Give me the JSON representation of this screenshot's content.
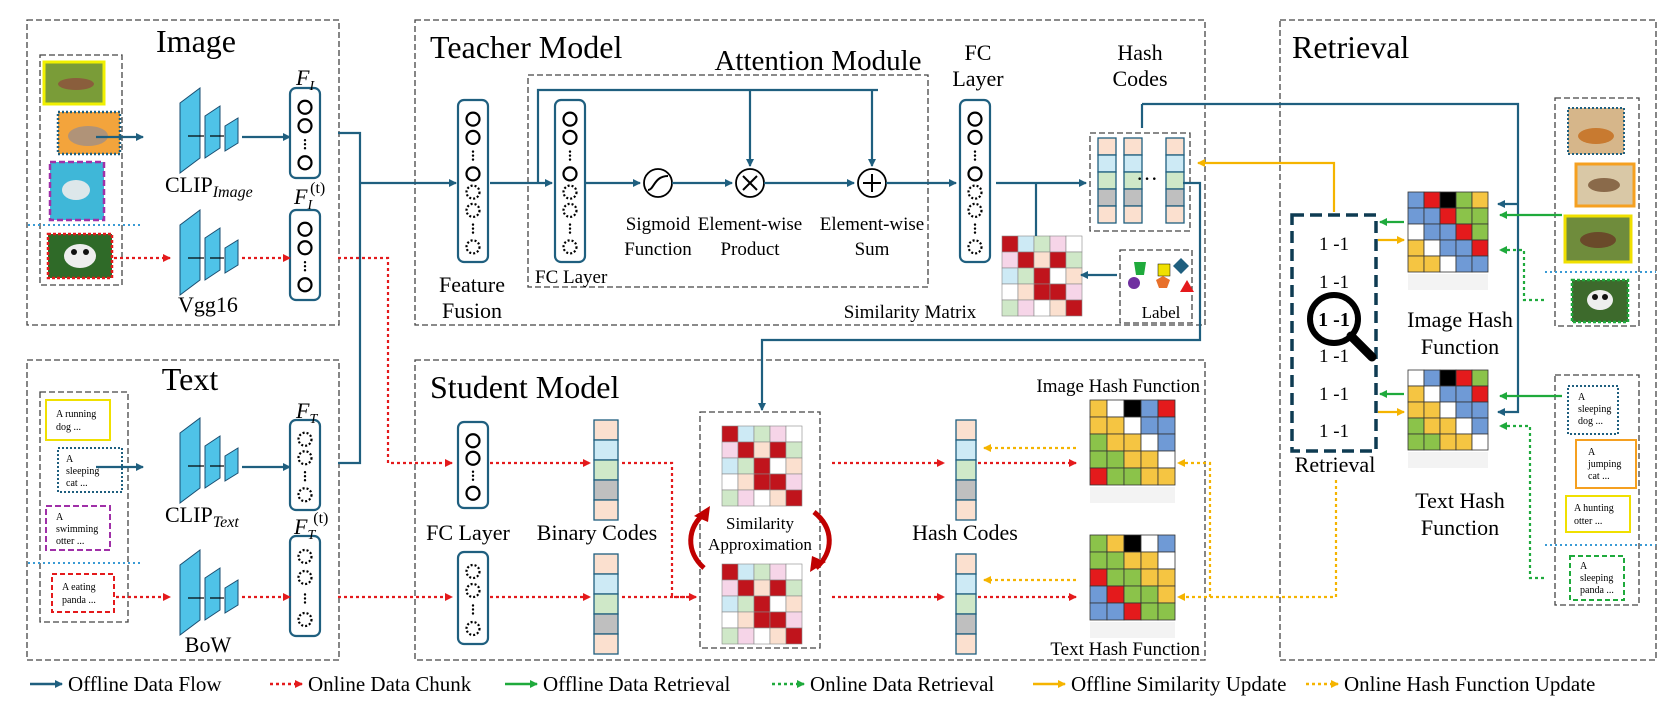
{
  "panels": {
    "image": "Image",
    "text": "Text",
    "teacher": "Teacher Model",
    "student": "Student Model",
    "retrieval": "Retrieval",
    "attention": "Attention Module"
  },
  "features": {
    "fi_base": "F",
    "fi_sub": "I",
    "fit_base": "F",
    "fit_sub": "I",
    "fit_sup": "(t)",
    "ft_base": "F",
    "ft_sub": "T",
    "ftt_base": "F",
    "ftt_sub": "T",
    "ftt_sup": "(t)"
  },
  "encoders": {
    "clip_image_base": "CLIP",
    "clip_image_sub": "Image",
    "vgg16": "Vgg16",
    "clip_text_base": "CLIP",
    "clip_text_sub": "Text",
    "bow": "BoW"
  },
  "teacher": {
    "feature_fusion_1": "Feature",
    "feature_fusion_2": "Fusion",
    "fc_layer": "FC Layer",
    "sigmoid_1": "Sigmoid",
    "sigmoid_2": "Function",
    "elem_prod_1": "Element-wise",
    "elem_prod_2": "Product",
    "elem_sum_1": "Element-wise",
    "elem_sum_2": "Sum",
    "fc_1": "FC",
    "fc_2": "Layer",
    "hash_1": "Hash",
    "hash_2": "Codes",
    "similarity_matrix": "Similarity Matrix",
    "label": "Label"
  },
  "student": {
    "fc_layer": "FC Layer",
    "binary_codes": "Binary Codes",
    "sim_approx_1": "Similarity",
    "sim_approx_2": "Approximation",
    "hash_codes": "Hash Codes",
    "image_hash_function": "Image Hash Function",
    "text_hash_function": "Text Hash Function"
  },
  "retrieval": {
    "codes": [
      "1 -1",
      "1 -1",
      "1 -1",
      "1 -1",
      "1 -1",
      "1 -1"
    ],
    "magnifier_text": "1 -1",
    "retrieval_label": "Retrieval",
    "image_hash_1": "Image Hash",
    "image_hash_2": "Function",
    "text_hash_1": "Text Hash",
    "text_hash_2": "Function"
  },
  "text_cards_left": [
    {
      "l1": "A running",
      "l2": "dog ..."
    },
    {
      "l1": "A",
      "l2": "sleeping",
      "l3": "cat ..."
    },
    {
      "l1": "A",
      "l2": "swimming",
      "l3": "otter ..."
    },
    {
      "l1": "A eating",
      "l2": "panda ..."
    }
  ],
  "text_cards_right": [
    {
      "l1": "A",
      "l2": "sleeping",
      "l3": "dog ..."
    },
    {
      "l1": "A",
      "l2": "jumping",
      "l3": "cat ..."
    },
    {
      "l1": "A hunting",
      "l2": "otter ..."
    },
    {
      "l1": "A",
      "l2": "sleeping",
      "l3": "panda ..."
    }
  ],
  "legend": [
    {
      "label": "Offline Data Flow",
      "color": "#1f5f7f",
      "style": "solid"
    },
    {
      "label": "Online Data Chunk",
      "color": "#e41a1c",
      "style": "dotted"
    },
    {
      "label": "Offline Data Retrieval",
      "color": "#1faa3c",
      "style": "solid"
    },
    {
      "label": "Online Data Retrieval",
      "color": "#1faa3c",
      "style": "dotted"
    },
    {
      "label": "Offline Similarity Update",
      "color": "#f5b400",
      "style": "solid"
    },
    {
      "label": "Online Hash Function Update",
      "color": "#f5b400",
      "style": "dotted"
    }
  ],
  "colors": {
    "blue": "#1f5f7f",
    "red": "#e41a1c",
    "green": "#1faa3c",
    "yellow": "#f5b400",
    "encoder": "#4fc3e8"
  }
}
